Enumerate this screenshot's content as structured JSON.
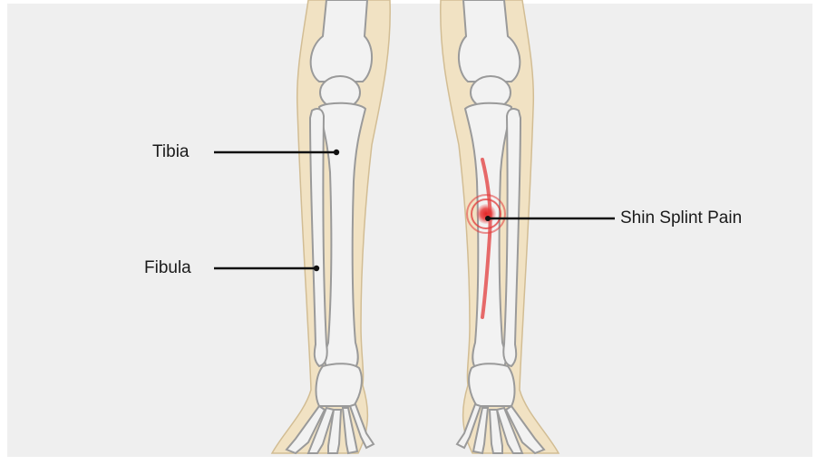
{
  "labels": {
    "tibia": "Tibia",
    "fibula": "Fibula",
    "pain": "Shin Splint Pain"
  },
  "colors": {
    "background": "#efefef",
    "skin": "#f1e2c3",
    "skin_outline": "#d2bd94",
    "bone": "#f2f2f2",
    "bone_outline": "#9a9a9a",
    "pain": "#e23b3b",
    "leader_line": "#111111"
  }
}
